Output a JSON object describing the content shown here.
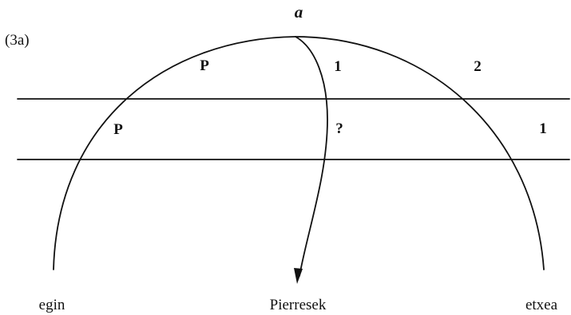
{
  "example_number": "(3a)",
  "root_label": "a",
  "words": {
    "left": "egin",
    "middle": "Pierresek",
    "right": "etxea"
  },
  "band_labels": {
    "upper_left": "P",
    "lower_left": "P",
    "upper_middle": "1",
    "lower_middle": "?",
    "upper_right": "2",
    "lower_right": "1"
  },
  "colors": {
    "ink": "#111111",
    "background": "#ffffff"
  }
}
